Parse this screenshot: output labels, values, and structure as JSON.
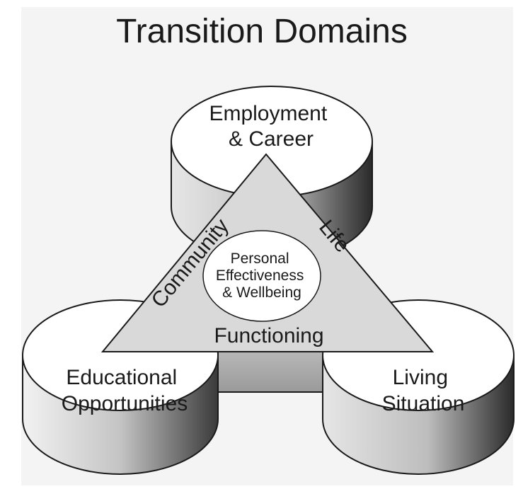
{
  "title": "Transition Domains",
  "domains": {
    "top": {
      "line1": "Employment",
      "line2": "& Career"
    },
    "bottom_left": {
      "line1": "Educational",
      "line2": "Opportunities"
    },
    "bottom_right": {
      "line1": "Living",
      "line2": "Situation"
    }
  },
  "center": {
    "line1": "Personal",
    "line2": "Effectiveness",
    "line3": "& Wellbeing"
  },
  "triangle_sides": {
    "left": "Community",
    "right": "Life",
    "bottom": "Functioning"
  },
  "colors": {
    "page_background": "#ffffff",
    "frame_background": "#f4f4f4",
    "cylinder_top": "#ffffff",
    "triangle_fill": "#d9d9d9",
    "outline": "#1a1a1a"
  }
}
